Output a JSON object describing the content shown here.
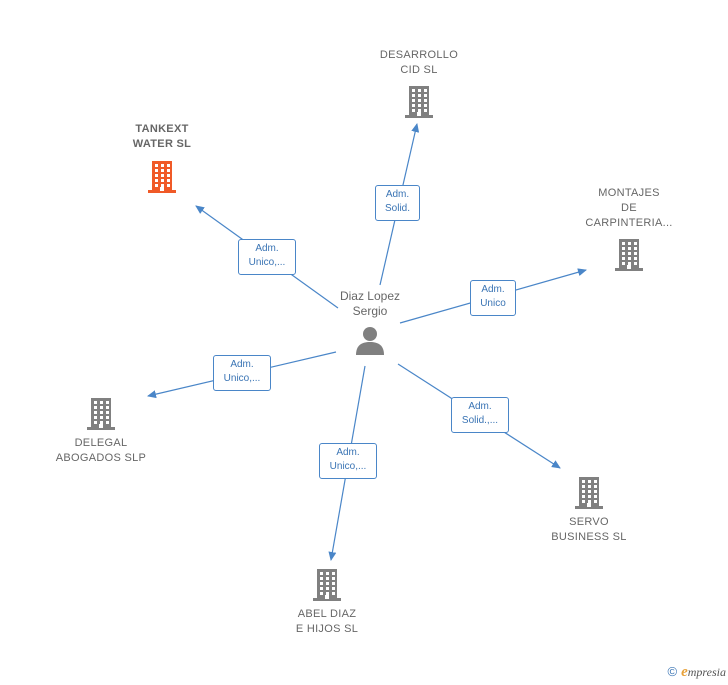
{
  "center": {
    "name": "Diaz Lopez\nSergio",
    "icon": "person-icon"
  },
  "companies": [
    {
      "id": "desarrollo",
      "name": "DESARROLLO\nCID SL",
      "icon": "building-icon",
      "color": "#808080",
      "highlight": false
    },
    {
      "id": "tankext",
      "name": "TANKEXT\nWATER SL",
      "icon": "building-icon",
      "color": "#f05a28",
      "highlight": true
    },
    {
      "id": "montajes",
      "name": "MONTAJES\nDE\nCARPINTERIA...",
      "icon": "building-icon",
      "color": "#808080",
      "highlight": false
    },
    {
      "id": "delegal",
      "name": "DELEGAL\nABOGADOS SLP",
      "icon": "building-icon",
      "color": "#808080",
      "highlight": false
    },
    {
      "id": "servo",
      "name": "SERVO\nBUSINESS SL",
      "icon": "building-icon",
      "color": "#808080",
      "highlight": false
    },
    {
      "id": "abel",
      "name": "ABEL DIAZ\nE HIJOS SL",
      "icon": "building-icon",
      "color": "#808080",
      "highlight": false
    }
  ],
  "relations": [
    {
      "target": "desarrollo",
      "label": "Adm.\nSolid."
    },
    {
      "target": "tankext",
      "label": "Adm.\nUnico,..."
    },
    {
      "target": "montajes",
      "label": "Adm.\nUnico"
    },
    {
      "target": "delegal",
      "label": "Adm.\nUnico,..."
    },
    {
      "target": "servo",
      "label": "Adm.\nSolid.,..."
    },
    {
      "target": "abel",
      "label": "Adm.\nUnico,..."
    }
  ],
  "footer": {
    "copyright": "©",
    "brand_first": "e",
    "brand_rest": "mpresia"
  },
  "colors": {
    "edge": "#4a86c8",
    "label_border": "#4a86c8",
    "label_text": "#3a74b4"
  }
}
